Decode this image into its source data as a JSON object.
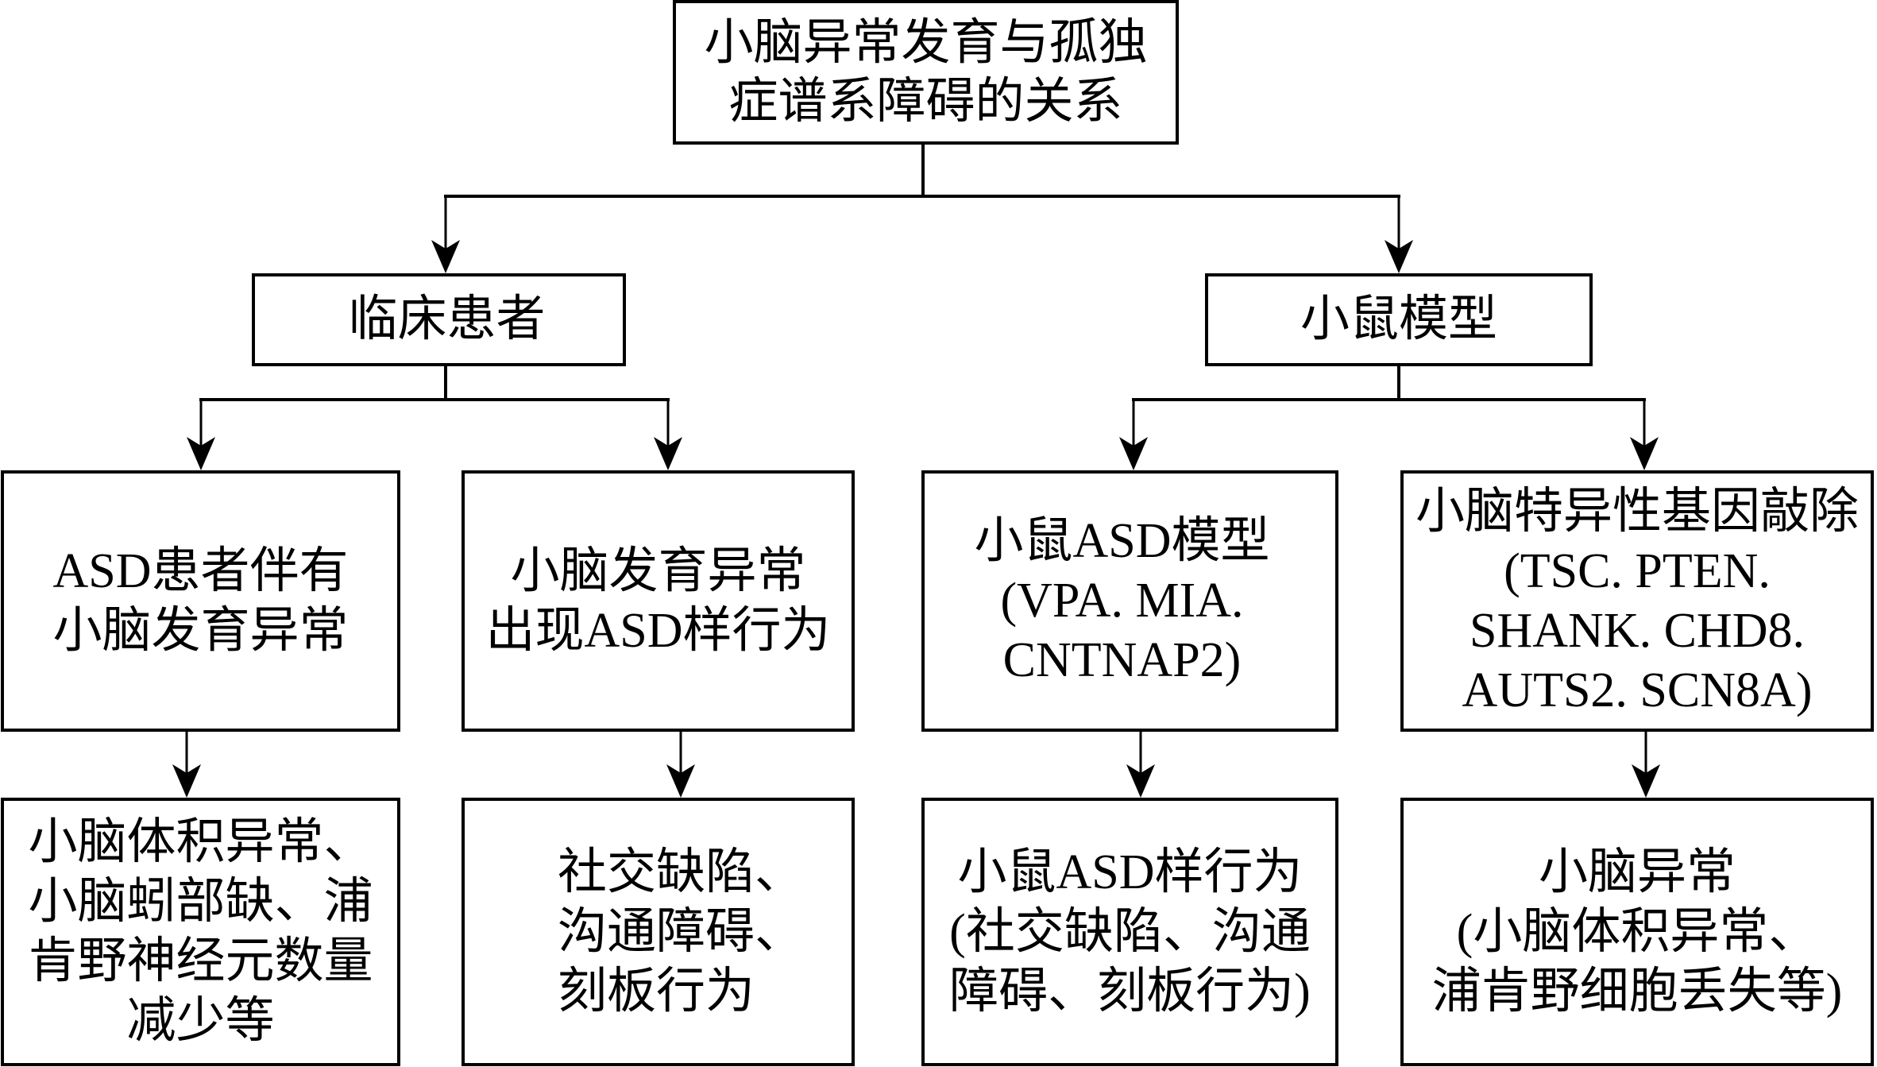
{
  "colors": {
    "stroke": "#000000",
    "background": "#ffffff",
    "text": "#000000"
  },
  "root": {
    "lines": [
      "小脑异常发育与孤独",
      "症谱系障碍的关系"
    ]
  },
  "branches": [
    {
      "label": "临床患者",
      "children": [
        {
          "lines": [
            "ASD患者伴有",
            "小脑发育异常"
          ],
          "outcome": [
            "小脑体积异常、",
            "小脑蚓部缺、浦",
            "肯野神经元数量",
            "减少等"
          ]
        },
        {
          "lines": [
            "小脑发育异常",
            "出现ASD样行为"
          ],
          "outcome": [
            "社交缺陷、",
            "沟通障碍、",
            "刻板行为"
          ]
        }
      ]
    },
    {
      "label": "小鼠模型",
      "children": [
        {
          "lines": [
            "小鼠ASD模型",
            "(VPA. MIA.",
            "CNTNAP2)"
          ],
          "outcome": [
            "小鼠ASD样行为",
            "(社交缺陷、沟通",
            "障碍、刻板行为)"
          ]
        },
        {
          "lines": [
            "小脑特异性基因敲除",
            "(TSC. PTEN.",
            "SHANK. CHD8.",
            "AUTS2. SCN8A)"
          ],
          "outcome": [
            "小脑异常",
            "(小脑体积异常、",
            "浦肯野细胞丢失等)"
          ]
        }
      ]
    }
  ]
}
